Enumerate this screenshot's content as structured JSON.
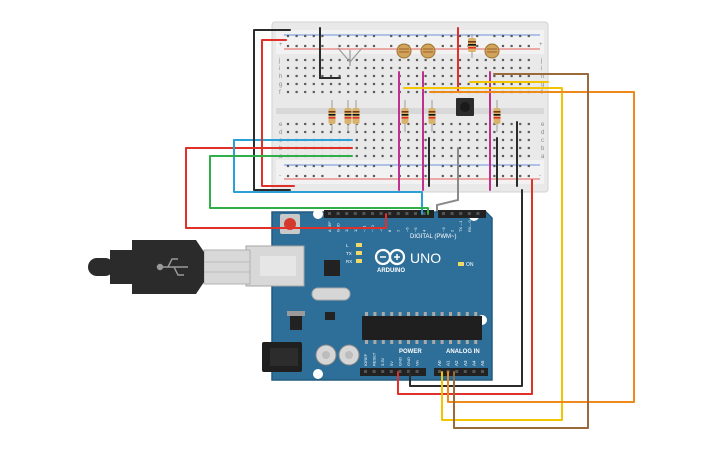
{
  "board": {
    "brand": "UNO",
    "logo_text": "ARDUINO",
    "digital_label": "DIGITAL (PWM~)",
    "on_label": "ON",
    "power_label": "POWER",
    "analog_label": "ANALOG IN",
    "led_labels": [
      "L",
      "TX",
      "RX"
    ],
    "top_pins": [
      "AREF",
      "GND",
      "13",
      "12",
      "~11",
      "~10",
      "~9",
      "8",
      "7",
      "~6",
      "~5",
      "4",
      "~3",
      "2",
      "TX→1",
      "RX←0"
    ],
    "power_pins": [
      "IOREF",
      "RESET",
      "3.3V",
      "5V",
      "GND",
      "GND",
      "Vin"
    ],
    "analog_pins": [
      "A0",
      "A1",
      "A2",
      "A3",
      "A4",
      "A5"
    ]
  },
  "breadboard": {
    "row_letters_top": [
      "j",
      "i",
      "h",
      "g",
      "f"
    ],
    "row_letters_bottom": [
      "e",
      "d",
      "c",
      "b",
      "a"
    ],
    "rail_plus": "+",
    "rail_minus": "-"
  },
  "colors": {
    "board": "#2e6f99",
    "board_edge": "#245a80",
    "breadboard": "#e8e8e8",
    "wire_red": "#e0302a",
    "wire_black": "#2b2b2b",
    "wire_blue": "#2aa0d6",
    "wire_green": "#2fae4a",
    "wire_yellow": "#f2c500",
    "wire_orange": "#ee8a1c",
    "wire_brown": "#9b6a3c",
    "wire_magenta": "#c0308f",
    "wire_gray": "#8a8a8a"
  }
}
